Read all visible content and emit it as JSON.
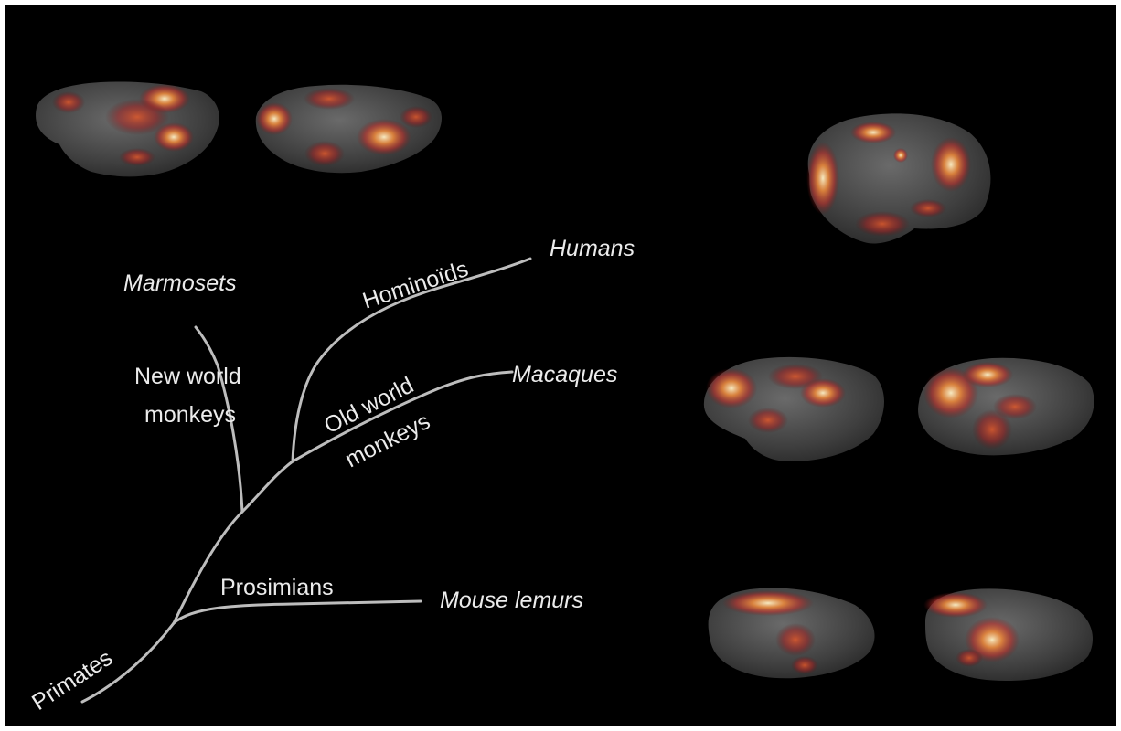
{
  "tree": {
    "species": {
      "humans": "Humans",
      "marmosets": "Marmosets",
      "macaques": "Macaques",
      "mouse_lemurs": "Mouse lemurs"
    },
    "clades": {
      "hominoids": "Hominoïds",
      "new_world_line1": "New world",
      "new_world_line2": "monkeys",
      "old_world_line1": "Old world",
      "old_world_line2": "monkeys",
      "prosimians": "Prosimians",
      "primates": "Primates"
    }
  },
  "colors": {
    "background": "#000000",
    "branch": "#bdbdbd",
    "text": "#ebebeb",
    "brain_base": "#4a4a4a",
    "activation_low": "#8c1a1a",
    "activation_mid": "#e04a2a",
    "activation_high": "#fff2c8"
  },
  "brains": [
    {
      "species": "marmoset",
      "view": "lateral"
    },
    {
      "species": "marmoset",
      "view": "medial"
    },
    {
      "species": "human",
      "view": "lateral"
    },
    {
      "species": "macaque",
      "view": "lateral"
    },
    {
      "species": "macaque",
      "view": "medial"
    },
    {
      "species": "mouse lemur",
      "view": "lateral"
    },
    {
      "species": "mouse lemur",
      "view": "medial"
    }
  ]
}
